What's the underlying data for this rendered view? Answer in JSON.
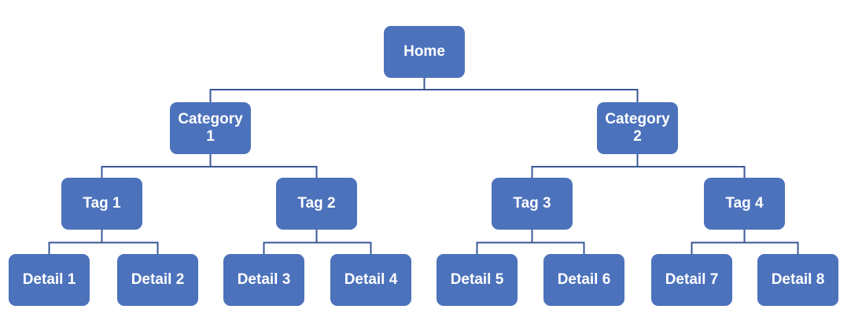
{
  "diagram": {
    "type": "tree",
    "colors": {
      "node_fill": "#4C72BC",
      "node_text": "#FFFFFF",
      "connector": "#3A5795",
      "background": "#FFFFFF"
    },
    "nodes": [
      {
        "id": "home",
        "label": "Home",
        "level": 1,
        "parent": null
      },
      {
        "id": "category-1",
        "label": "Category 1",
        "level": 2,
        "parent": "home"
      },
      {
        "id": "category-2",
        "label": "Category 2",
        "level": 2,
        "parent": "home"
      },
      {
        "id": "tag-1",
        "label": "Tag 1",
        "level": 3,
        "parent": "category-1"
      },
      {
        "id": "tag-2",
        "label": "Tag 2",
        "level": 3,
        "parent": "category-1"
      },
      {
        "id": "tag-3",
        "label": "Tag 3",
        "level": 3,
        "parent": "category-2"
      },
      {
        "id": "tag-4",
        "label": "Tag 4",
        "level": 3,
        "parent": "category-2"
      },
      {
        "id": "detail-1",
        "label": "Detail 1",
        "level": 4,
        "parent": "tag-1"
      },
      {
        "id": "detail-2",
        "label": "Detail 2",
        "level": 4,
        "parent": "tag-1"
      },
      {
        "id": "detail-3",
        "label": "Detail 3",
        "level": 4,
        "parent": "tag-2"
      },
      {
        "id": "detail-4",
        "label": "Detail 4",
        "level": 4,
        "parent": "tag-2"
      },
      {
        "id": "detail-5",
        "label": "Detail 5",
        "level": 4,
        "parent": "tag-3"
      },
      {
        "id": "detail-6",
        "label": "Detail 6",
        "level": 4,
        "parent": "tag-3"
      },
      {
        "id": "detail-7",
        "label": "Detail 7",
        "level": 4,
        "parent": "tag-4"
      },
      {
        "id": "detail-8",
        "label": "Detail 8",
        "level": 4,
        "parent": "tag-4"
      }
    ]
  }
}
